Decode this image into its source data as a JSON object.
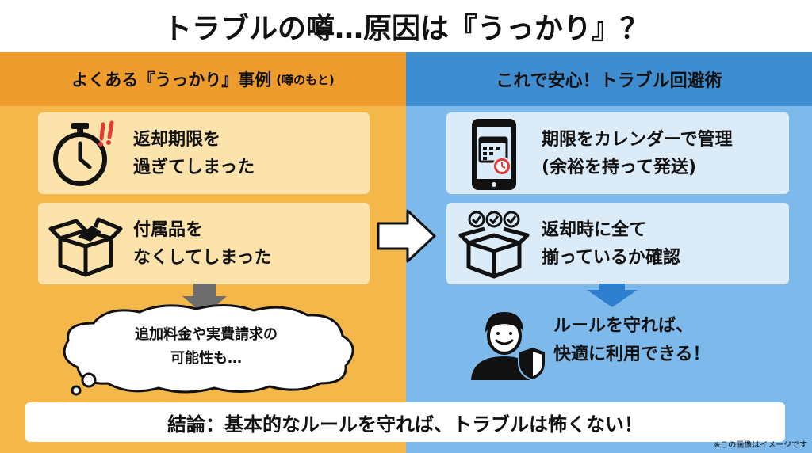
{
  "title": "トラブルの噂…原因は『うっかり』？",
  "left": {
    "header": "よくある『うっかり』事例",
    "header_sub": "(噂のもと)",
    "cards": [
      {
        "icon": "stopwatch-alert-icon",
        "line1": "返却期限を",
        "line2": "過ぎてしまった"
      },
      {
        "icon": "open-box-icon",
        "line1": "付属品を",
        "line2": "なくしてしまった"
      }
    ],
    "result_line1": "追加料金や実費請求の",
    "result_line2": "可能性も…"
  },
  "right": {
    "header": "これで安心！トラブル回避術",
    "cards": [
      {
        "icon": "phone-calendar-icon",
        "line1": "期限をカレンダーで管理",
        "line2": "(余裕を持って発送)"
      },
      {
        "icon": "checked-box-icon",
        "line1": "返却時に全て",
        "line2": "揃っているか確認"
      }
    ],
    "result_line1": "ルールを守れば、",
    "result_line2": "快適に利用できる！"
  },
  "conclusion": "結論：基本的なルールを守れば、トラブルは怖くない！",
  "note": "※この画像はイメージです",
  "colors": {
    "left_bg": "#f4b84a",
    "left_header": "#ee9c2c",
    "left_card": "#fbe3ab",
    "right_bg": "#7db9ea",
    "right_header": "#3e8dd1",
    "right_card": "#dcebf8",
    "left_arrow": "#6d6d6d",
    "right_arrow": "#2f7fd0",
    "alert": "#e53935"
  }
}
